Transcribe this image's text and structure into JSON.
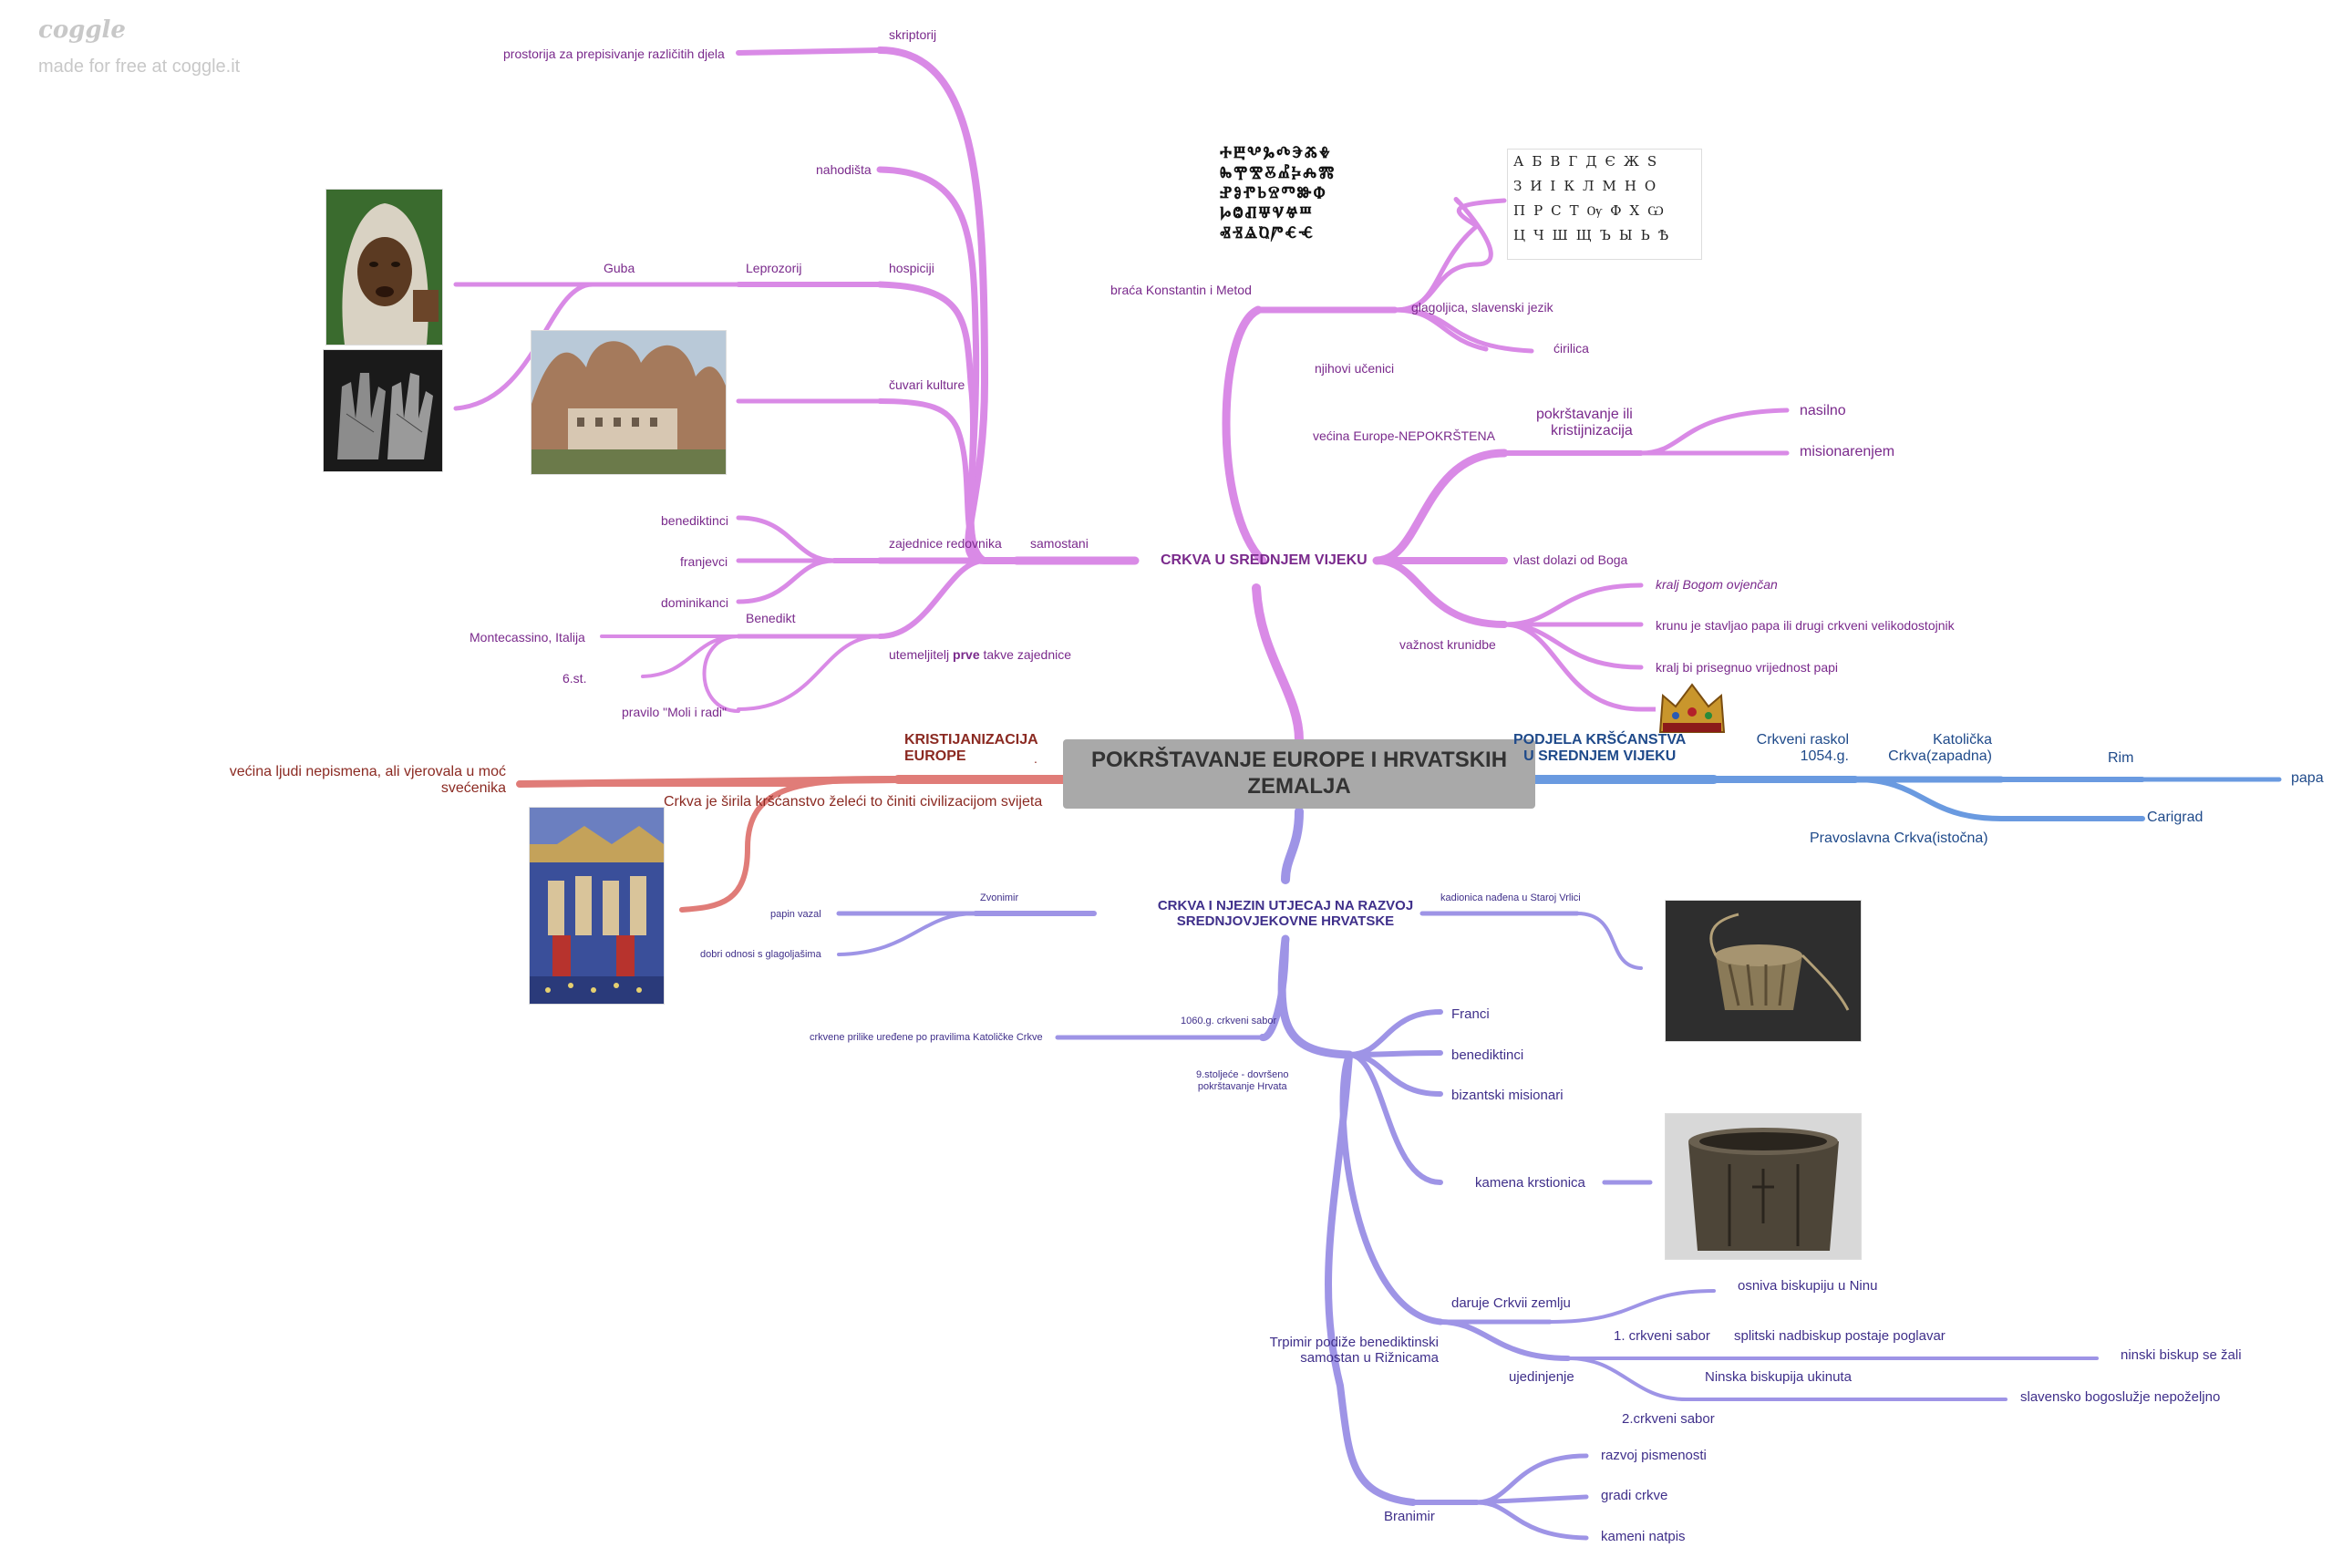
{
  "branding": {
    "logo": "coggle",
    "tagline": "made for free at coggle.it"
  },
  "root": {
    "line1": "POKRŠTAVANJE EUROPE I HRVATSKIH",
    "line2": "ZEMALJA"
  },
  "colors": {
    "purple": "#d98ae6",
    "purple_text": "#7a2a8c",
    "red": "#e07c78",
    "red_text": "#8b2a22",
    "blue": "#6a9ae0",
    "blue_text": "#1f4a8a",
    "lavender": "#9e94e6",
    "lavender_text": "#3f2f8a"
  },
  "branches": {
    "crkva_srednji_vijek": {
      "title": "CRKVA U SREDNJEM VIJEKU",
      "samostani": "samostani",
      "skriptorij": "skriptorij",
      "prostorija": "prostorija za prepisivanje različitih djela",
      "nahodista": "nahodišta",
      "hospiciji": "hospiciji",
      "leprozorij": "Leprozorij",
      "guba": "Guba",
      "cuvari_kulture": "čuvari kulture",
      "zajednice": "zajednice redovnika",
      "benediktinci": "benediktinci",
      "franjevci": "franjevci",
      "dominikanci": "dominikanci",
      "utemeljitelj_pre": "utemeljitelj ",
      "utemeljitelj_bold": "prve",
      "utemeljitelj_post": " takve zajednice",
      "benedikt": "Benedikt",
      "montecassino": "Montecassino, Italija",
      "stoljece": "6.st.",
      "pravilo": "pravilo \"Moli i radi\"",
      "braca": "braća Konstantin i Metod",
      "glagoljica": "glagoljica, slavenski jezik",
      "ucenici": "njihovi učenici",
      "cirilica": "ćirilica",
      "vecina": "većina Europe-NEPOKRŠTENA",
      "pokrstavanje_1": "pokrštavanje ili",
      "pokrstavanje_2": "kristijnizacija",
      "nasilno": "nasilno",
      "misionarenjem": "misionarenjem",
      "vlast": "vlast dolazi od Boga",
      "vaznost": "važnost krunidbe",
      "kralj_bogom": "kralj Bogom ovjenčan",
      "krunu": "krunu je stavljao papa ili drugi crkveni velikodostojnik",
      "kralj_prisegnuo": "kralj bi prisegnuo vrijednost papi"
    },
    "kristijanizacija": {
      "title_1": "KRISTIJANIZACIJA",
      "title_2": "EUROPE",
      "vecina_1": "većina ljudi nepismena, ali vjerovala u moć",
      "vecina_2": "svećenika",
      "sirila": "Crkva je širila kršćanstvo želeći to činiti civilizacijom svijeta",
      "dot": "."
    },
    "podjela": {
      "title_1": "PODJELA KRŠĆANSTVA",
      "title_2": "U SREDNJEM VIJEKU",
      "raskol_1": "Crkveni raskol",
      "raskol_2": "1054.g.",
      "katolicka_1": "Katolička",
      "katolicka_2": "Crkva(zapadna)",
      "rim": "Rim",
      "papa": "papa",
      "pravoslavna": "Pravoslavna Crkva(istočna)",
      "carigrad": "Carigrad"
    },
    "hrvatska": {
      "title_1": "CRKVA I NJEZIN UTJECAJ NA RAZVOJ",
      "title_2": "SREDNJOVJEKOVNE HRVATSKE",
      "zvonimir": "Zvonimir",
      "papin_vazal": "papin vazal",
      "dobri_odnosi": "dobri odnosi s glagoljašima",
      "kadionica": "kadionica nađena u Staroj Vrlici",
      "sabor_1060": "1060.g. crkveni sabor",
      "prilike": "crkvene prilike uređene po pravilima Katoličke Crkve",
      "stoljece_1": "9.stoljeće - dovršeno",
      "stoljece_2": "pokrštavanje Hrvata",
      "franci": "Franci",
      "benediktinci": "benediktinci",
      "bizantski": "bizantski misionari",
      "krstionica": "kamena krstionica",
      "daruje": "daruje Crkvii zemlju",
      "osniva": "osniva biskupiju u Ninu",
      "trpimir_1": "Trpimir podiže benediktinski",
      "trpimir_2": "samostan u Rižnicama",
      "sabor1": "1.  crkveni sabor",
      "splitski": "splitski nadbiskup postaje poglavar",
      "ninski": "ninski biskup se žali",
      "ujedinjenje": "ujedinjenje",
      "ninska": "Ninska biskupija ukinuta",
      "slavensko": "slavensko bogoslužje nepoželjno",
      "sabor2": "2.crkveni sabor",
      "branimir": "Branimir",
      "razvoj": "razvoj pismenosti",
      "gradi": "gradi crkve",
      "natpis": "kameni natpis"
    }
  },
  "glyphs": {
    "glagolitic_row1": "ⰀⰁⰂⰃⰄⰅⰆⰇ",
    "glagolitic_row2": "ⰈⰉⰊⰋⰌⰍⰎⰏ",
    "glagolitic_row3": "ⰐⰑⰒⰓⰔⰕⰖⰗ",
    "glagolitic_row4": "ⰘⰙⰚⰛⰜⰝⰞ",
    "glagolitic_row5": "ⰟⰠⰡⰢⰣⰤⰥ",
    "cyrillic_row1": "АБВГДЄЖЅ",
    "cyrillic_row2": "ЗИІКЛМНО",
    "cyrillic_row3": "ПРСТѸФХѠ",
    "cyrillic_row4": "ЦЧШЩЪЫЬѢ"
  },
  "images": [
    "leper-woman-photo",
    "leper-hands-photo",
    "monastery-photo",
    "glagolitic-alphabet",
    "cyrillic-alphabet",
    "crown-photo",
    "coronation-painting",
    "censer-photo",
    "stone-font-photo"
  ]
}
